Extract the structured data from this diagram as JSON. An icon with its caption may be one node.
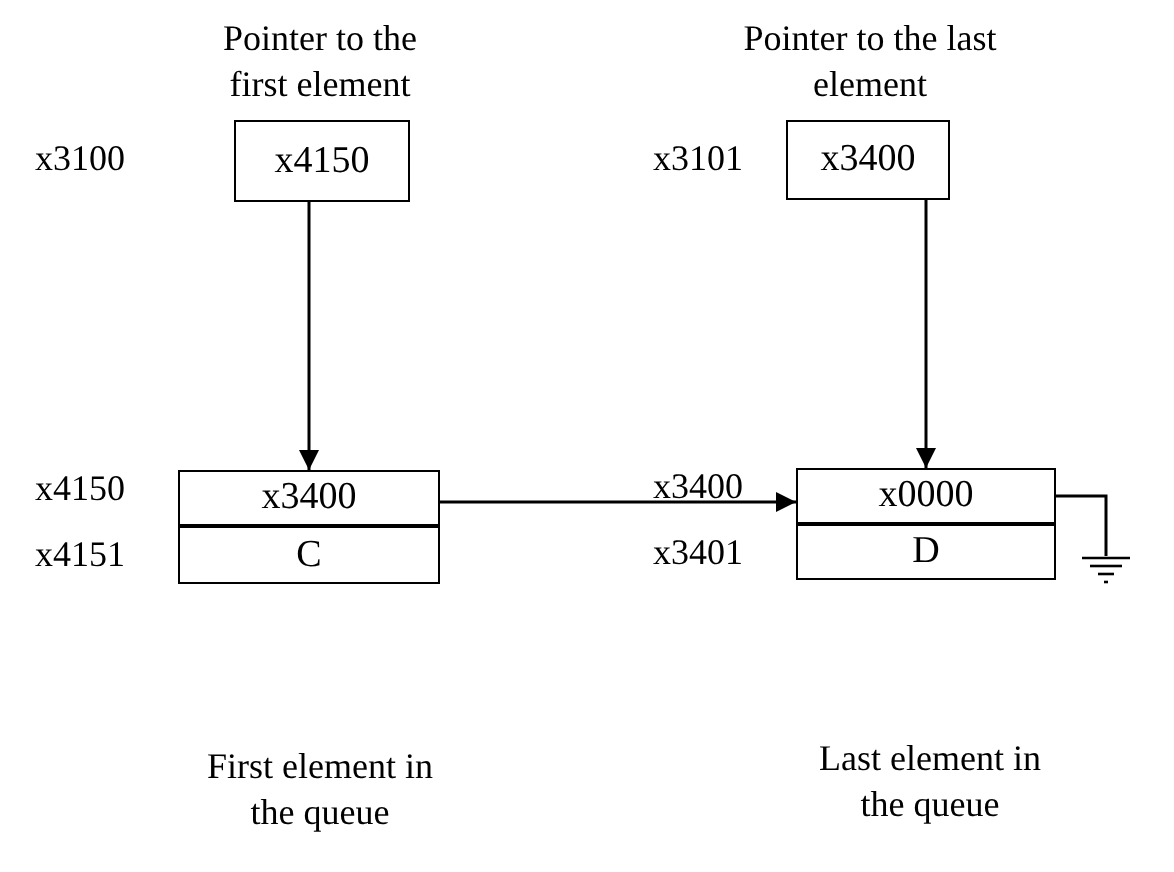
{
  "diagram": {
    "nodes": [
      {
        "text": [
          "x4150"
        ],
        "beside": [
          "Pointer to the first element",
          "x3100"
        ]
      },
      {
        "text": [
          "x3400"
        ],
        "beside": [
          "Pointer to the last element",
          "x3101"
        ]
      },
      {
        "text": [
          "x3400"
        ],
        "beside": [
          "x4150"
        ]
      },
      {
        "text": [
          "C"
        ],
        "beside": [
          "x4151"
        ]
      },
      {
        "text": [
          "x0000"
        ],
        "beside": [
          "x3400"
        ]
      },
      {
        "text": [
          "D"
        ],
        "beside": [
          "x3401"
        ]
      },
      {
        "text": [],
        "shape": "ground"
      }
    ],
    "edges": [
      {
        "from": 0,
        "to": 2,
        "arrow": "to"
      },
      {
        "from": 1,
        "to": 4,
        "arrow": "to"
      },
      {
        "from": 2,
        "to": 4,
        "arrow": "to"
      },
      {
        "from": 4,
        "to": 6,
        "arrow": "none"
      }
    ],
    "labels": [
      "First element in the queue",
      "Last element in the queue"
    ]
  }
}
